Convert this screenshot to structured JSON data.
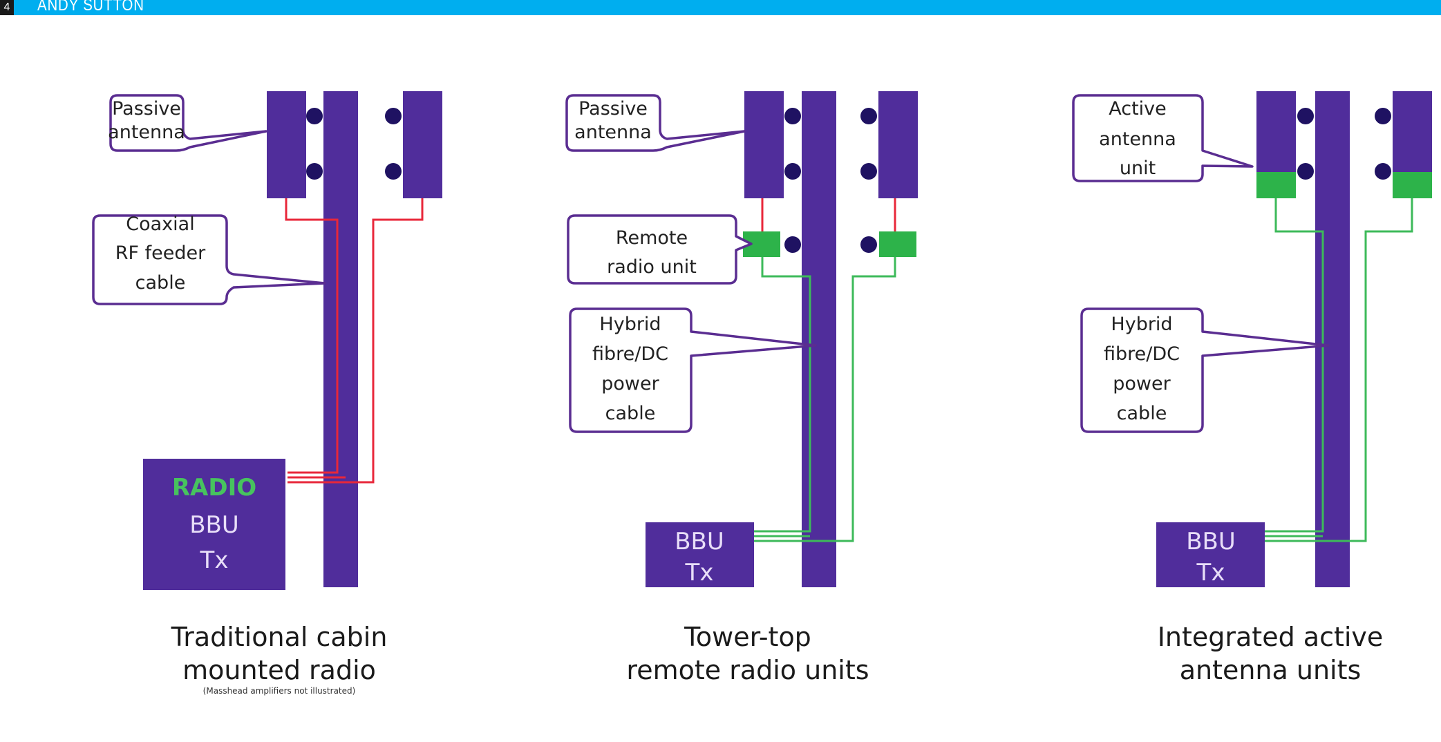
{
  "header": {
    "page_number": "4",
    "author": "ANDY SUTTON"
  },
  "panel_traditional": {
    "callout_antenna": [
      "Passive",
      "antenna"
    ],
    "callout_feeder": [
      "Coaxial",
      "RF feeder",
      "cable"
    ],
    "cabin_box": {
      "radio": "RADIO",
      "bbu": "BBU",
      "tx": "Tx"
    },
    "caption": [
      "Traditional cabin",
      "mounted radio"
    ],
    "caption_note": "(Masshead amplifiers not illustrated)"
  },
  "panel_rru": {
    "callout_antenna": [
      "Passive",
      "antenna"
    ],
    "callout_rru": [
      "Remote",
      "radio unit"
    ],
    "callout_cable": [
      "Hybrid",
      "fibre/DC",
      "power",
      "cable"
    ],
    "cabin_box": {
      "bbu": "BBU",
      "tx": "Tx"
    },
    "caption": [
      "Tower-top",
      "remote radio units"
    ]
  },
  "panel_aau": {
    "callout_antenna": [
      "Active",
      "antenna",
      "unit"
    ],
    "callout_cable": [
      "Hybrid",
      "fibre/DC",
      "power",
      "cable"
    ],
    "cabin_box": {
      "bbu": "BBU",
      "tx": "Tx"
    },
    "caption": [
      "Integrated active",
      "antenna units"
    ]
  },
  "colors": {
    "header_blue": "#00aeef",
    "tower_purple": "#502d9b",
    "feeder_red": "#e8273a",
    "fibre_green": "#3dba5a",
    "unit_green": "#2db34a"
  }
}
